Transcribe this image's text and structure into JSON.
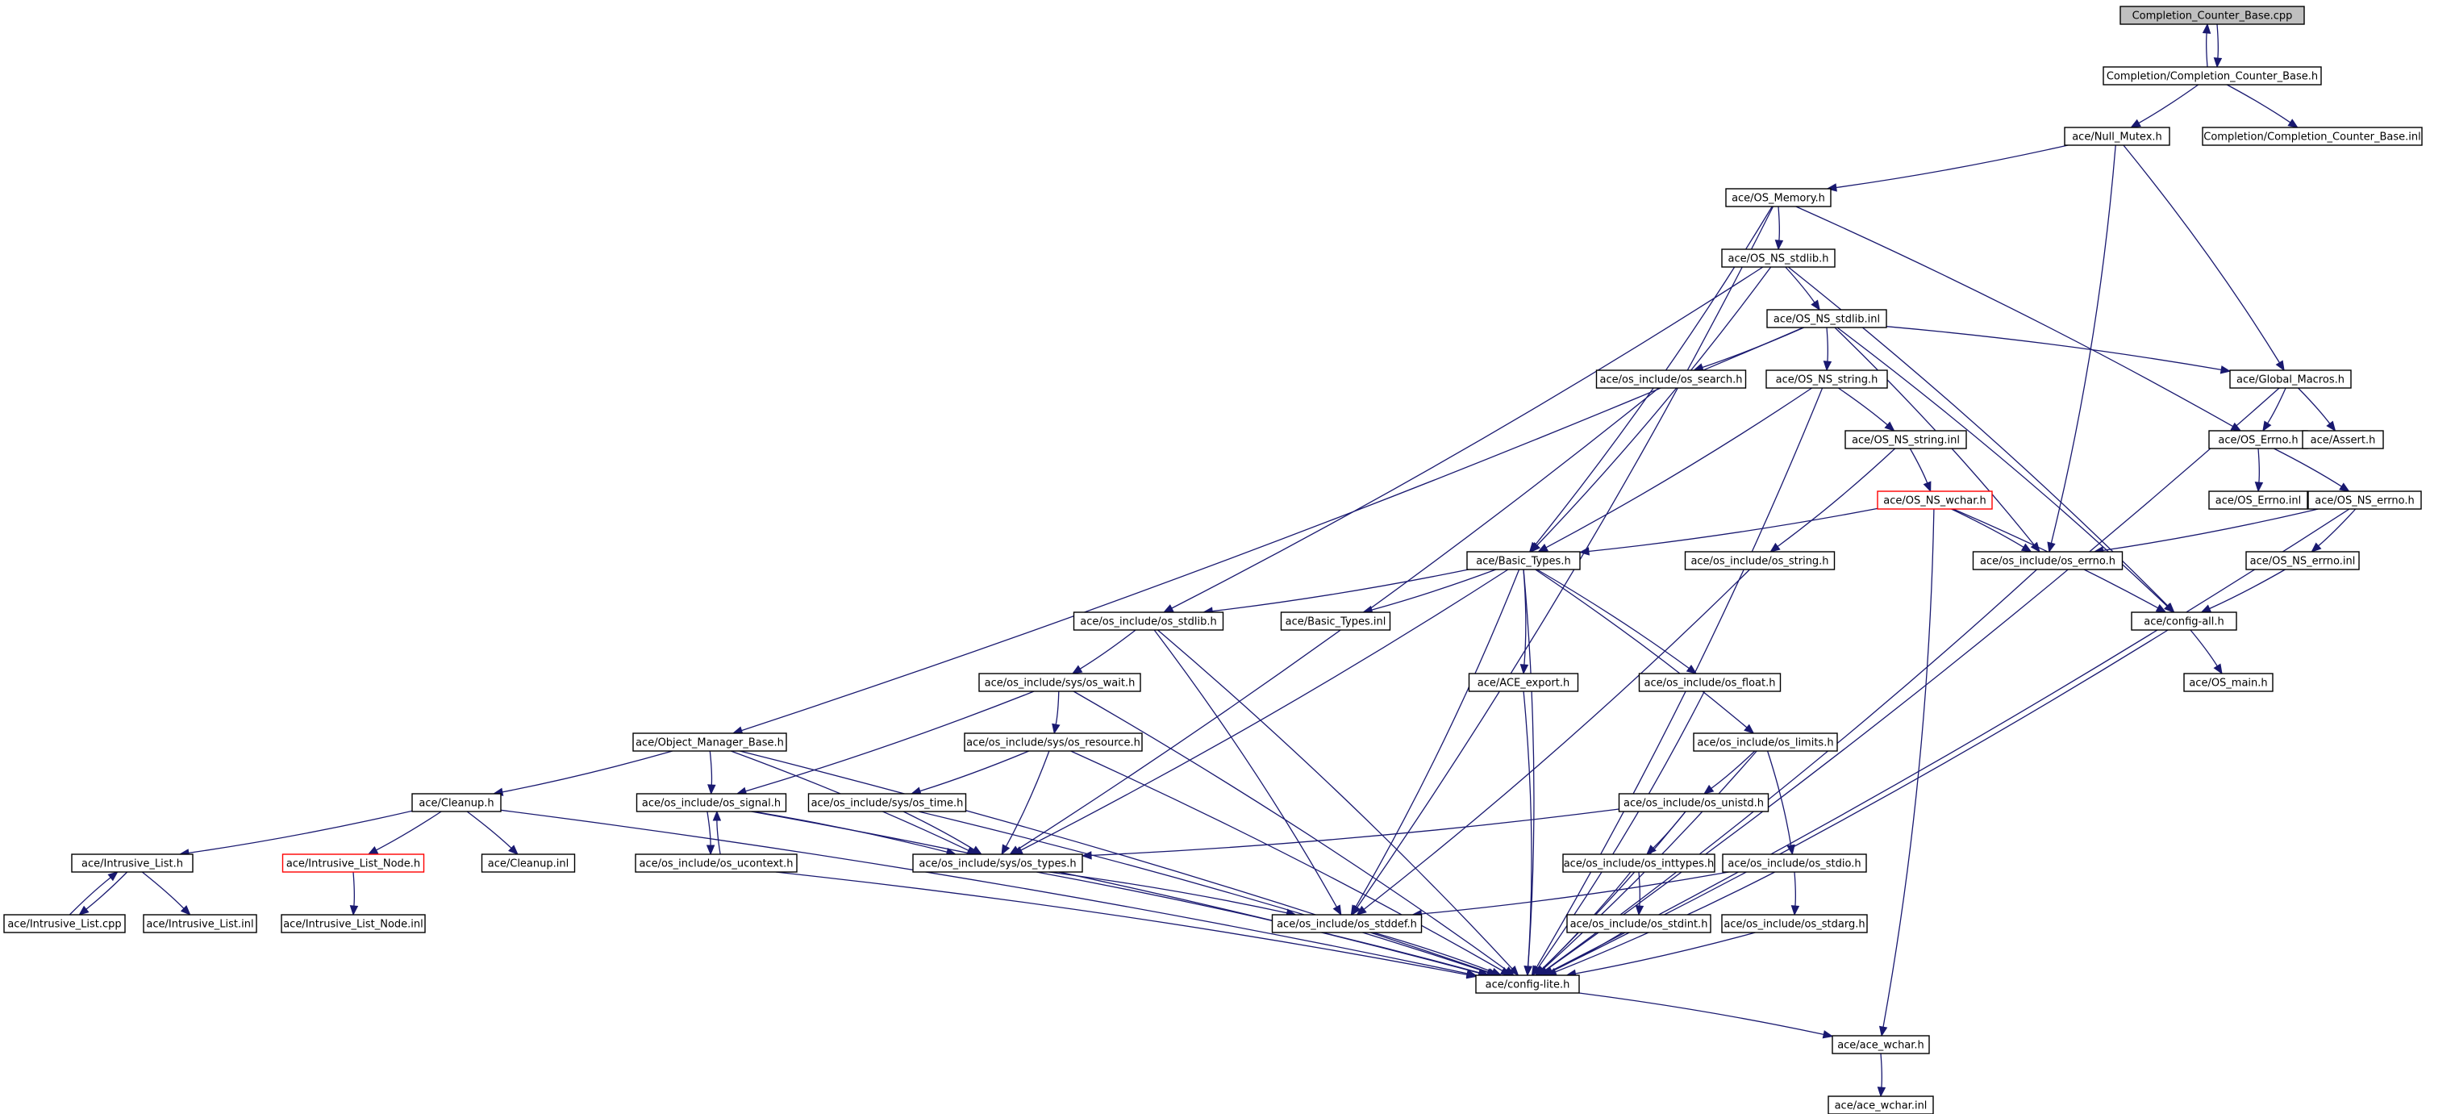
{
  "diagram": {
    "type": "include-dependency-graph",
    "colors": {
      "edge": "#191970",
      "node_border": "#000000",
      "root_fill": "#bfbfbf",
      "truncated_border": "#ff0000"
    },
    "nodes": [
      {
        "id": "root",
        "label": "Completion_Counter_Base.cpp",
        "style": "root"
      },
      {
        "id": "ccb_h",
        "label": "Completion/Completion_Counter_Base.h"
      },
      {
        "id": "null_mutex",
        "label": "ace/Null_Mutex.h"
      },
      {
        "id": "ccb_inl",
        "label": "Completion/Completion_Counter_Base.inl"
      },
      {
        "id": "os_memory",
        "label": "ace/OS_Memory.h"
      },
      {
        "id": "os_ns_stdlib_h",
        "label": "ace/OS_NS_stdlib.h"
      },
      {
        "id": "os_ns_stdlib_inl",
        "label": "ace/OS_NS_stdlib.inl"
      },
      {
        "id": "os_search",
        "label": "ace/os_include/os_search.h"
      },
      {
        "id": "os_ns_string_h",
        "label": "ace/OS_NS_string.h"
      },
      {
        "id": "global_macros",
        "label": "ace/Global_Macros.h"
      },
      {
        "id": "os_ns_string_inl",
        "label": "ace/OS_NS_string.inl"
      },
      {
        "id": "os_errno_h",
        "label": "ace/OS_Errno.h"
      },
      {
        "id": "assert_h",
        "label": "ace/Assert.h"
      },
      {
        "id": "os_ns_wchar",
        "label": "ace/OS_NS_wchar.h",
        "style": "red"
      },
      {
        "id": "os_errno_inl",
        "label": "ace/OS_Errno.inl"
      },
      {
        "id": "os_ns_errno_h",
        "label": "ace/OS_NS_errno.h"
      },
      {
        "id": "basic_types_h",
        "label": "ace/Basic_Types.h"
      },
      {
        "id": "os_string_h",
        "label": "ace/os_include/os_string.h"
      },
      {
        "id": "osinc_errno",
        "label": "ace/os_include/os_errno.h"
      },
      {
        "id": "os_ns_errno_inl",
        "label": "ace/OS_NS_errno.inl"
      },
      {
        "id": "osinc_stdlib",
        "label": "ace/os_include/os_stdlib.h"
      },
      {
        "id": "basic_types_inl",
        "label": "ace/Basic_Types.inl"
      },
      {
        "id": "config_all",
        "label": "ace/config-all.h"
      },
      {
        "id": "os_wait",
        "label": "ace/os_include/sys/os_wait.h"
      },
      {
        "id": "ace_export",
        "label": "ace/ACE_export.h"
      },
      {
        "id": "os_float",
        "label": "ace/os_include/os_float.h"
      },
      {
        "id": "os_main",
        "label": "ace/OS_main.h"
      },
      {
        "id": "obj_mgr_base",
        "label": "ace/Object_Manager_Base.h"
      },
      {
        "id": "os_resource",
        "label": "ace/os_include/sys/os_resource.h"
      },
      {
        "id": "os_limits",
        "label": "ace/os_include/os_limits.h"
      },
      {
        "id": "cleanup_h",
        "label": "ace/Cleanup.h"
      },
      {
        "id": "os_signal",
        "label": "ace/os_include/os_signal.h"
      },
      {
        "id": "os_time",
        "label": "ace/os_include/sys/os_time.h"
      },
      {
        "id": "os_unistd",
        "label": "ace/os_include/os_unistd.h"
      },
      {
        "id": "intrusive_list_h",
        "label": "ace/Intrusive_List.h"
      },
      {
        "id": "intrusive_list_node_h",
        "label": "ace/Intrusive_List_Node.h",
        "style": "red"
      },
      {
        "id": "cleanup_inl",
        "label": "ace/Cleanup.inl"
      },
      {
        "id": "os_ucontext",
        "label": "ace/os_include/os_ucontext.h"
      },
      {
        "id": "os_types",
        "label": "ace/os_include/sys/os_types.h"
      },
      {
        "id": "os_inttypes",
        "label": "ace/os_include/os_inttypes.h"
      },
      {
        "id": "os_stdio",
        "label": "ace/os_include/os_stdio.h"
      },
      {
        "id": "intrusive_list_cpp",
        "label": "ace/Intrusive_List.cpp"
      },
      {
        "id": "intrusive_list_inl",
        "label": "ace/Intrusive_List.inl"
      },
      {
        "id": "intrusive_list_node_inl",
        "label": "ace/Intrusive_List_Node.inl"
      },
      {
        "id": "os_stddef",
        "label": "ace/os_include/os_stddef.h"
      },
      {
        "id": "os_stdint",
        "label": "ace/os_include/os_stdint.h"
      },
      {
        "id": "os_stdarg",
        "label": "ace/os_include/os_stdarg.h"
      },
      {
        "id": "config_lite",
        "label": "ace/config-lite.h"
      },
      {
        "id": "ace_wchar_h",
        "label": "ace/ace_wchar.h"
      },
      {
        "id": "ace_wchar_inl",
        "label": "ace/ace_wchar.inl"
      }
    ],
    "edges": [
      [
        "root",
        "ccb_h"
      ],
      [
        "ccb_h",
        "root"
      ],
      [
        "ccb_h",
        "null_mutex"
      ],
      [
        "ccb_h",
        "ccb_inl"
      ],
      [
        "null_mutex",
        "os_memory"
      ],
      [
        "null_mutex",
        "global_macros"
      ],
      [
        "null_mutex",
        "osinc_errno"
      ],
      [
        "os_memory",
        "os_ns_stdlib_h"
      ],
      [
        "os_memory",
        "basic_types_h"
      ],
      [
        "os_memory",
        "os_stddef"
      ],
      [
        "os_memory",
        "os_errno_h"
      ],
      [
        "os_ns_stdlib_h",
        "os_ns_stdlib_inl"
      ],
      [
        "os_ns_stdlib_h",
        "basic_types_h"
      ],
      [
        "os_ns_stdlib_h",
        "osinc_stdlib"
      ],
      [
        "os_ns_stdlib_h",
        "config_all"
      ],
      [
        "os_ns_stdlib_inl",
        "os_search"
      ],
      [
        "os_ns_stdlib_inl",
        "os_ns_string_h"
      ],
      [
        "os_ns_stdlib_inl",
        "global_macros"
      ],
      [
        "os_ns_stdlib_inl",
        "osinc_errno"
      ],
      [
        "os_ns_stdlib_inl",
        "config_all"
      ],
      [
        "os_ns_stdlib_inl",
        "obj_mgr_base"
      ],
      [
        "os_search",
        "os_types"
      ],
      [
        "os_ns_string_h",
        "os_ns_string_inl"
      ],
      [
        "os_ns_string_h",
        "basic_types_h"
      ],
      [
        "os_ns_string_h",
        "config_lite"
      ],
      [
        "os_ns_string_inl",
        "os_ns_wchar"
      ],
      [
        "os_ns_string_inl",
        "os_string_h"
      ],
      [
        "global_macros",
        "os_errno_h"
      ],
      [
        "global_macros",
        "assert_h"
      ],
      [
        "global_macros",
        "config_lite"
      ],
      [
        "os_errno_h",
        "os_errno_inl"
      ],
      [
        "os_errno_h",
        "os_ns_errno_h"
      ],
      [
        "os_ns_wchar",
        "basic_types_h"
      ],
      [
        "os_ns_wchar",
        "osinc_errno"
      ],
      [
        "os_ns_wchar",
        "config_all"
      ],
      [
        "os_ns_wchar",
        "ace_wchar_h"
      ],
      [
        "os_ns_errno_h",
        "osinc_errno"
      ],
      [
        "os_ns_errno_h",
        "os_ns_errno_inl"
      ],
      [
        "os_ns_errno_h",
        "config_lite"
      ],
      [
        "os_ns_errno_inl",
        "config_all"
      ],
      [
        "basic_types_h",
        "osinc_stdlib"
      ],
      [
        "basic_types_h",
        "basic_types_inl"
      ],
      [
        "basic_types_h",
        "ace_export"
      ],
      [
        "basic_types_h",
        "os_float"
      ],
      [
        "basic_types_h",
        "os_limits"
      ],
      [
        "basic_types_h",
        "os_types"
      ],
      [
        "basic_types_h",
        "os_stddef"
      ],
      [
        "basic_types_h",
        "config_lite"
      ],
      [
        "os_string_h",
        "os_stddef"
      ],
      [
        "osinc_errno",
        "config_lite"
      ],
      [
        "osinc_stdlib",
        "os_wait"
      ],
      [
        "osinc_stdlib",
        "os_stddef"
      ],
      [
        "osinc_stdlib",
        "config_lite"
      ],
      [
        "config_all",
        "os_main"
      ],
      [
        "config_all",
        "config_lite"
      ],
      [
        "os_wait",
        "os_resource"
      ],
      [
        "os_wait",
        "os_signal"
      ],
      [
        "os_wait",
        "config_lite"
      ],
      [
        "ace_export",
        "config_lite"
      ],
      [
        "os_float",
        "config_lite"
      ],
      [
        "obj_mgr_base",
        "cleanup_h"
      ],
      [
        "obj_mgr_base",
        "os_signal"
      ],
      [
        "obj_mgr_base",
        "os_types"
      ],
      [
        "obj_mgr_base",
        "config_lite"
      ],
      [
        "os_resource",
        "os_time"
      ],
      [
        "os_resource",
        "os_types"
      ],
      [
        "os_resource",
        "config_lite"
      ],
      [
        "os_limits",
        "os_unistd"
      ],
      [
        "os_limits",
        "os_stdio"
      ],
      [
        "os_limits",
        "config_lite"
      ],
      [
        "cleanup_h",
        "intrusive_list_h"
      ],
      [
        "cleanup_h",
        "intrusive_list_node_h"
      ],
      [
        "cleanup_h",
        "cleanup_inl"
      ],
      [
        "cleanup_h",
        "config_lite"
      ],
      [
        "os_signal",
        "os_ucontext"
      ],
      [
        "os_signal",
        "os_types"
      ],
      [
        "os_signal",
        "config_lite"
      ],
      [
        "os_ucontext",
        "os_signal"
      ],
      [
        "os_ucontext",
        "config_lite"
      ],
      [
        "os_time",
        "os_types"
      ],
      [
        "os_time",
        "config_lite"
      ],
      [
        "os_unistd",
        "os_types"
      ],
      [
        "os_unistd",
        "os_inttypes"
      ],
      [
        "os_unistd",
        "config_lite"
      ],
      [
        "intrusive_list_h",
        "intrusive_list_cpp"
      ],
      [
        "intrusive_list_cpp",
        "intrusive_list_h"
      ],
      [
        "intrusive_list_h",
        "intrusive_list_inl"
      ],
      [
        "intrusive_list_node_h",
        "intrusive_list_node_inl"
      ],
      [
        "os_types",
        "os_stddef"
      ],
      [
        "os_types",
        "config_lite"
      ],
      [
        "os_inttypes",
        "os_stdint"
      ],
      [
        "os_inttypes",
        "config_lite"
      ],
      [
        "os_stdio",
        "os_stdarg"
      ],
      [
        "os_stdio",
        "os_stddef"
      ],
      [
        "os_stdio",
        "config_lite"
      ],
      [
        "os_stddef",
        "config_lite"
      ],
      [
        "os_stdint",
        "config_lite"
      ],
      [
        "os_stdarg",
        "config_lite"
      ],
      [
        "config_lite",
        "ace_wchar_h"
      ],
      [
        "ace_wchar_h",
        "ace_wchar_inl"
      ]
    ]
  }
}
